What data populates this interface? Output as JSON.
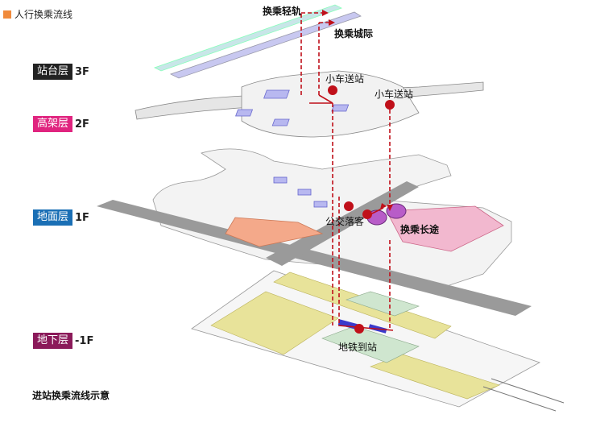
{
  "legend": {
    "label": "人行换乘流线",
    "color": "#f08a3c"
  },
  "levels": [
    {
      "name": "站台层",
      "floor": "3F",
      "color": "#222222"
    },
    {
      "name": "高架层",
      "floor": "2F",
      "color": "#e0247f"
    },
    {
      "name": "地面层",
      "floor": "1F",
      "color": "#1a6fb5"
    },
    {
      "name": "地下层",
      "floor": "-1F",
      "color": "#8b1a5a"
    }
  ],
  "flow_labels": {
    "light_rail": "换乘轻轨",
    "intercity": "换乘城际",
    "car_dropoff_1": "小车送站",
    "car_dropoff_2": "小车送站",
    "bus_dropoff": "公交落客",
    "long_distance": "换乘长途",
    "metro_arrival": "地铁到站"
  },
  "caption": "进站换乘流线示意",
  "colors": {
    "flow": "#c0101a",
    "light_rail": "#c8e6e8",
    "intercity": "#c8c8f0",
    "bus_area": "#f4a98a",
    "coach_area": "#f2b8cf",
    "track_yellow": "#e8e39a",
    "track_green": "#cfe6cf",
    "road": "#9a9a9a"
  }
}
